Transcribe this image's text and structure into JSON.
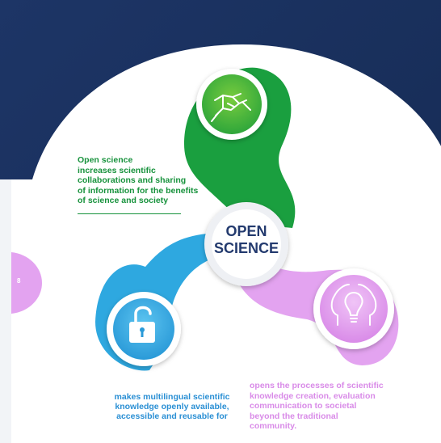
{
  "center": {
    "line1": "OPEN",
    "line2": "SCIENCE"
  },
  "page_number": "8",
  "sections": [
    {
      "name": "collaboration",
      "icon": "handshake-icon",
      "color": "#1a9f3f",
      "lines": [
        "Open science",
        "increases scientific",
        "collaborations and sharing",
        "of information for the benefits",
        "of science and society"
      ]
    },
    {
      "name": "availability",
      "icon": "open-lock-icon",
      "color": "#2ea8e0",
      "lines": [
        "makes multilingual scientific",
        "knowledge openly available,",
        "accessible and reusable for"
      ]
    },
    {
      "name": "engagement",
      "icon": "head-lightbulb-icon",
      "color": "#e3a3f0",
      "lines": [
        "opens the processes of scientific",
        "knowledge creation, evaluation",
        "communication to societal",
        "beyond the traditional",
        "community."
      ]
    }
  ],
  "colors": {
    "navy": "#1b2f5b",
    "green": "#1a9f3f",
    "blue": "#2ea8e0",
    "pink": "#e3a3f0"
  }
}
